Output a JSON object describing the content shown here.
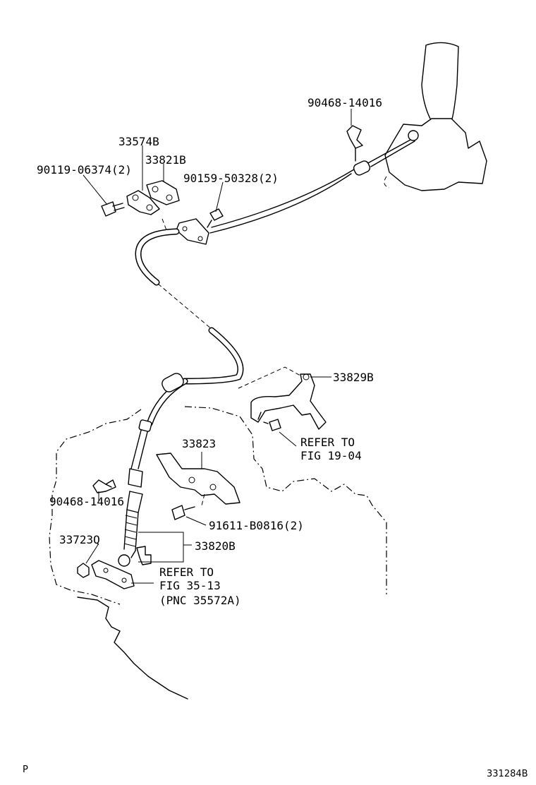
{
  "labels": {
    "p_90468_top": "90468-14016",
    "p_33574B": "33574B",
    "p_33821B": "33821B",
    "p_90119": "90119-06374(2)",
    "p_90159": "90159-50328(2)",
    "p_33829B": "33829B",
    "refer_1_line1": "REFER TO",
    "refer_1_line2": "FIG 19-04",
    "p_33823": "33823",
    "p_90468_bottom": "90468-14016",
    "p_91611": "91611-B0816(2)",
    "p_33723Q": "33723Q",
    "p_33820B": "33820B",
    "refer_2_line1": "REFER TO",
    "refer_2_line2": "FIG 35-13",
    "refer_2_line3": "(PNC 35572A)",
    "corner_left": "P",
    "corner_right": "331284B"
  }
}
